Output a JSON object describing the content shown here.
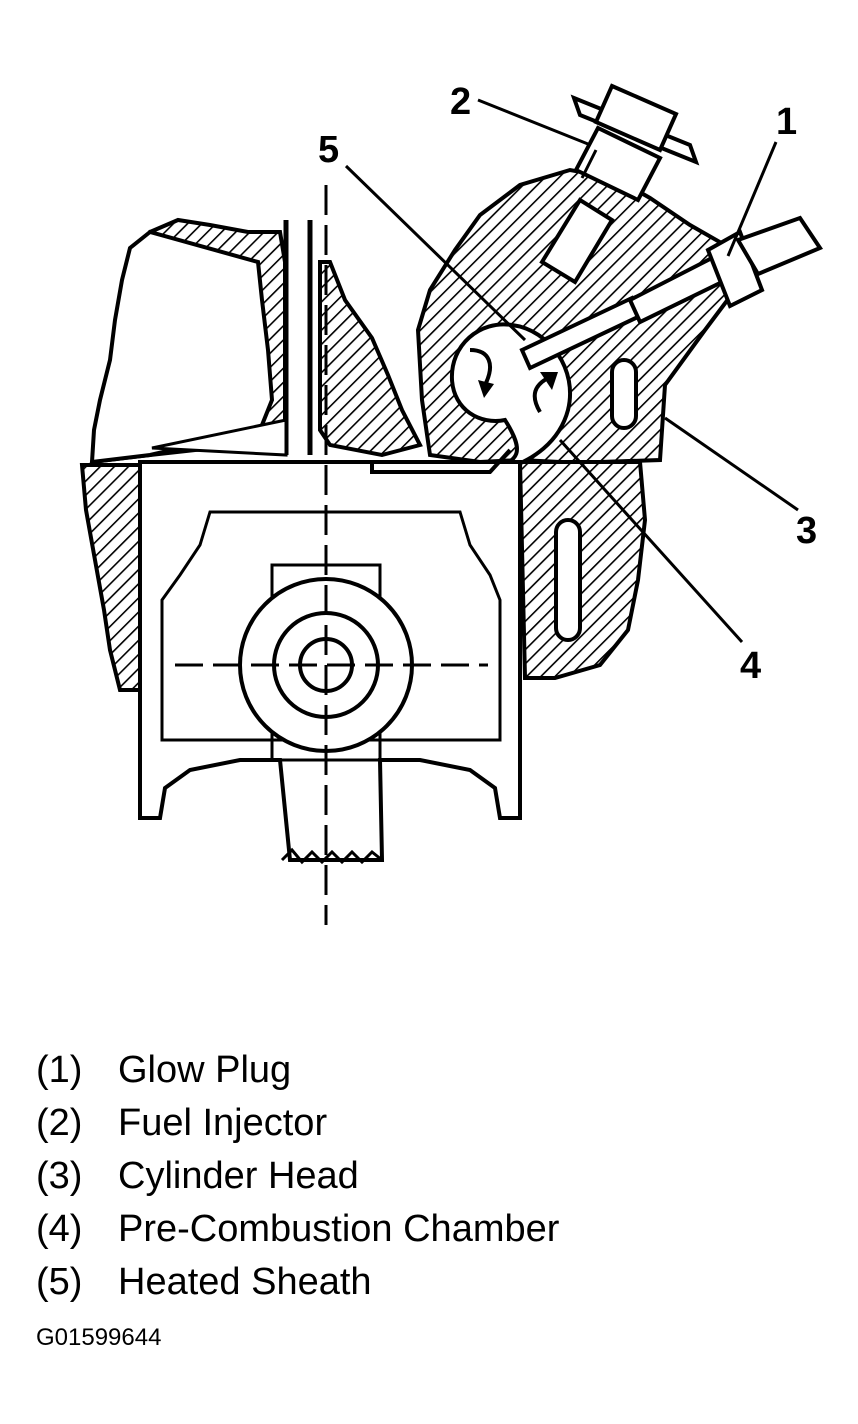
{
  "callouts": [
    "1",
    "2",
    "3",
    "4",
    "5"
  ],
  "legend": [
    {
      "num": "(1)",
      "label": "Glow Plug"
    },
    {
      "num": "(2)",
      "label": "Fuel Injector"
    },
    {
      "num": "(3)",
      "label": "Cylinder Head"
    },
    {
      "num": "(4)",
      "label": "Pre-Combustion Chamber"
    },
    {
      "num": "(5)",
      "label": "Heated Sheath"
    }
  ],
  "figure_id": "G01599644"
}
